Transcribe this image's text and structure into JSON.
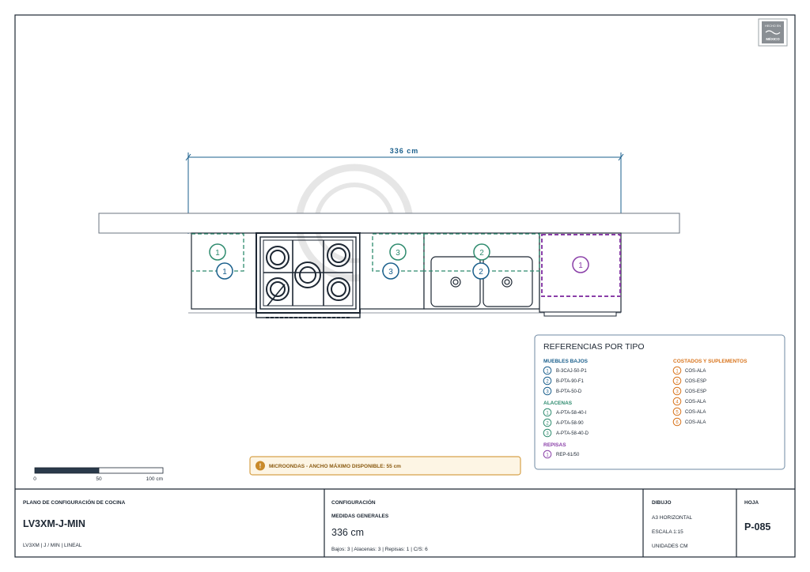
{
  "plan": {
    "dimension_label": "336 cm"
  },
  "cabinets": {
    "base": [
      {
        "num": "1"
      },
      {
        "num": "2"
      },
      {
        "num": "3"
      }
    ],
    "wall": [
      {
        "num": "1"
      },
      {
        "num": "2"
      },
      {
        "num": "3"
      }
    ],
    "shelf": [
      {
        "num": "1"
      }
    ]
  },
  "badge": {
    "line1": "HECHO EN",
    "line2": "MÉXICO"
  },
  "references": {
    "title": "REFERENCIAS POR TIPO",
    "base_heading": "MUEBLES BAJOS",
    "base_items": [
      {
        "num": "1",
        "code": "B-3CAJ-50-P1"
      },
      {
        "num": "2",
        "code": "B-PTA-90-F1"
      },
      {
        "num": "3",
        "code": "B-PTA-50-D"
      }
    ],
    "wall_heading": "ALACENAS",
    "wall_items": [
      {
        "num": "1",
        "code": "A-PTA-58-40-I"
      },
      {
        "num": "2",
        "code": "A-PTA-58-90"
      },
      {
        "num": "3",
        "code": "A-PTA-58-40-D"
      }
    ],
    "shelf_heading": "REPISAS",
    "shelf_items": [
      {
        "num": "1",
        "code": "REP-61/50"
      }
    ],
    "sides_heading": "COSTADOS Y SUPLEMENTOS",
    "side_items": [
      {
        "num": "1",
        "code": "COS-ALA"
      },
      {
        "num": "2",
        "code": "COS-ESP"
      },
      {
        "num": "3",
        "code": "COS-ESP"
      },
      {
        "num": "4",
        "code": "COS-ALA"
      },
      {
        "num": "5",
        "code": "COS-ALA"
      },
      {
        "num": "6",
        "code": "COS-ALA"
      }
    ]
  },
  "scale_bar": {
    "ticks": [
      "0",
      "50",
      "100 cm"
    ]
  },
  "notice": {
    "icon": "!",
    "text": "MICROONDAS - ANCHO MÁXIMO DISPONIBLE: 55 cm"
  },
  "title_block": {
    "plan_label": "PLANO DE CONFIGURACIÓN DE COCINA",
    "model": "LV3XM-J-MIN",
    "model_sub": "LV3XM | J / MIN | LINEAL",
    "config_label": "CONFIGURACIÓN",
    "measures_label": "MEDIDAS GENERALES",
    "measure_value": "336 cm",
    "counts": "Bajos: 3 | Alacenas: 3 | Repisas: 1 | C/S: 6",
    "drawing_label": "DIBUJO",
    "format": "A3 HORIZONTAL",
    "scale": "ESCALA 1:15",
    "units": "UNIDADES CM",
    "sheet_label": "HOJA",
    "sheet_number": "P-085"
  },
  "colors": {
    "base": "#1a5f8c",
    "wall": "#2e8b6e",
    "shelf": "#8a3fa8",
    "sides": "#d8741c",
    "line": "#1d2733",
    "notice_bg": "#fdf5e4",
    "notice_border": "#d7a24a"
  }
}
